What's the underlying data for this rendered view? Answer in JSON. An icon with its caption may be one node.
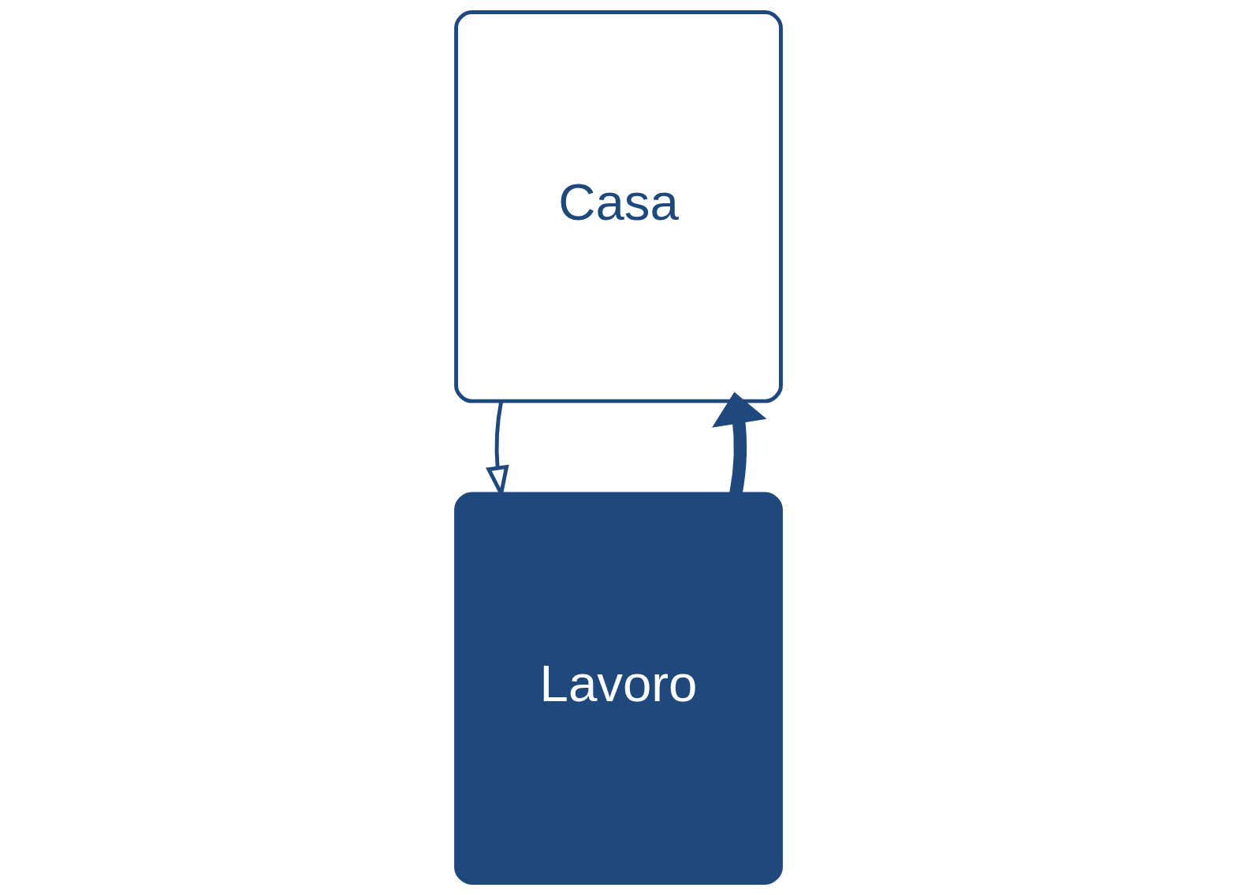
{
  "diagram": {
    "nodes": [
      {
        "text": [
          "Lavoro"
        ]
      },
      {
        "text": [
          "Casa"
        ]
      }
    ],
    "edges": [
      {
        "from": 0,
        "to": 1,
        "arrow": "to",
        "style": "thick"
      },
      {
        "from": 1,
        "to": 0,
        "arrow": "to"
      }
    ]
  }
}
